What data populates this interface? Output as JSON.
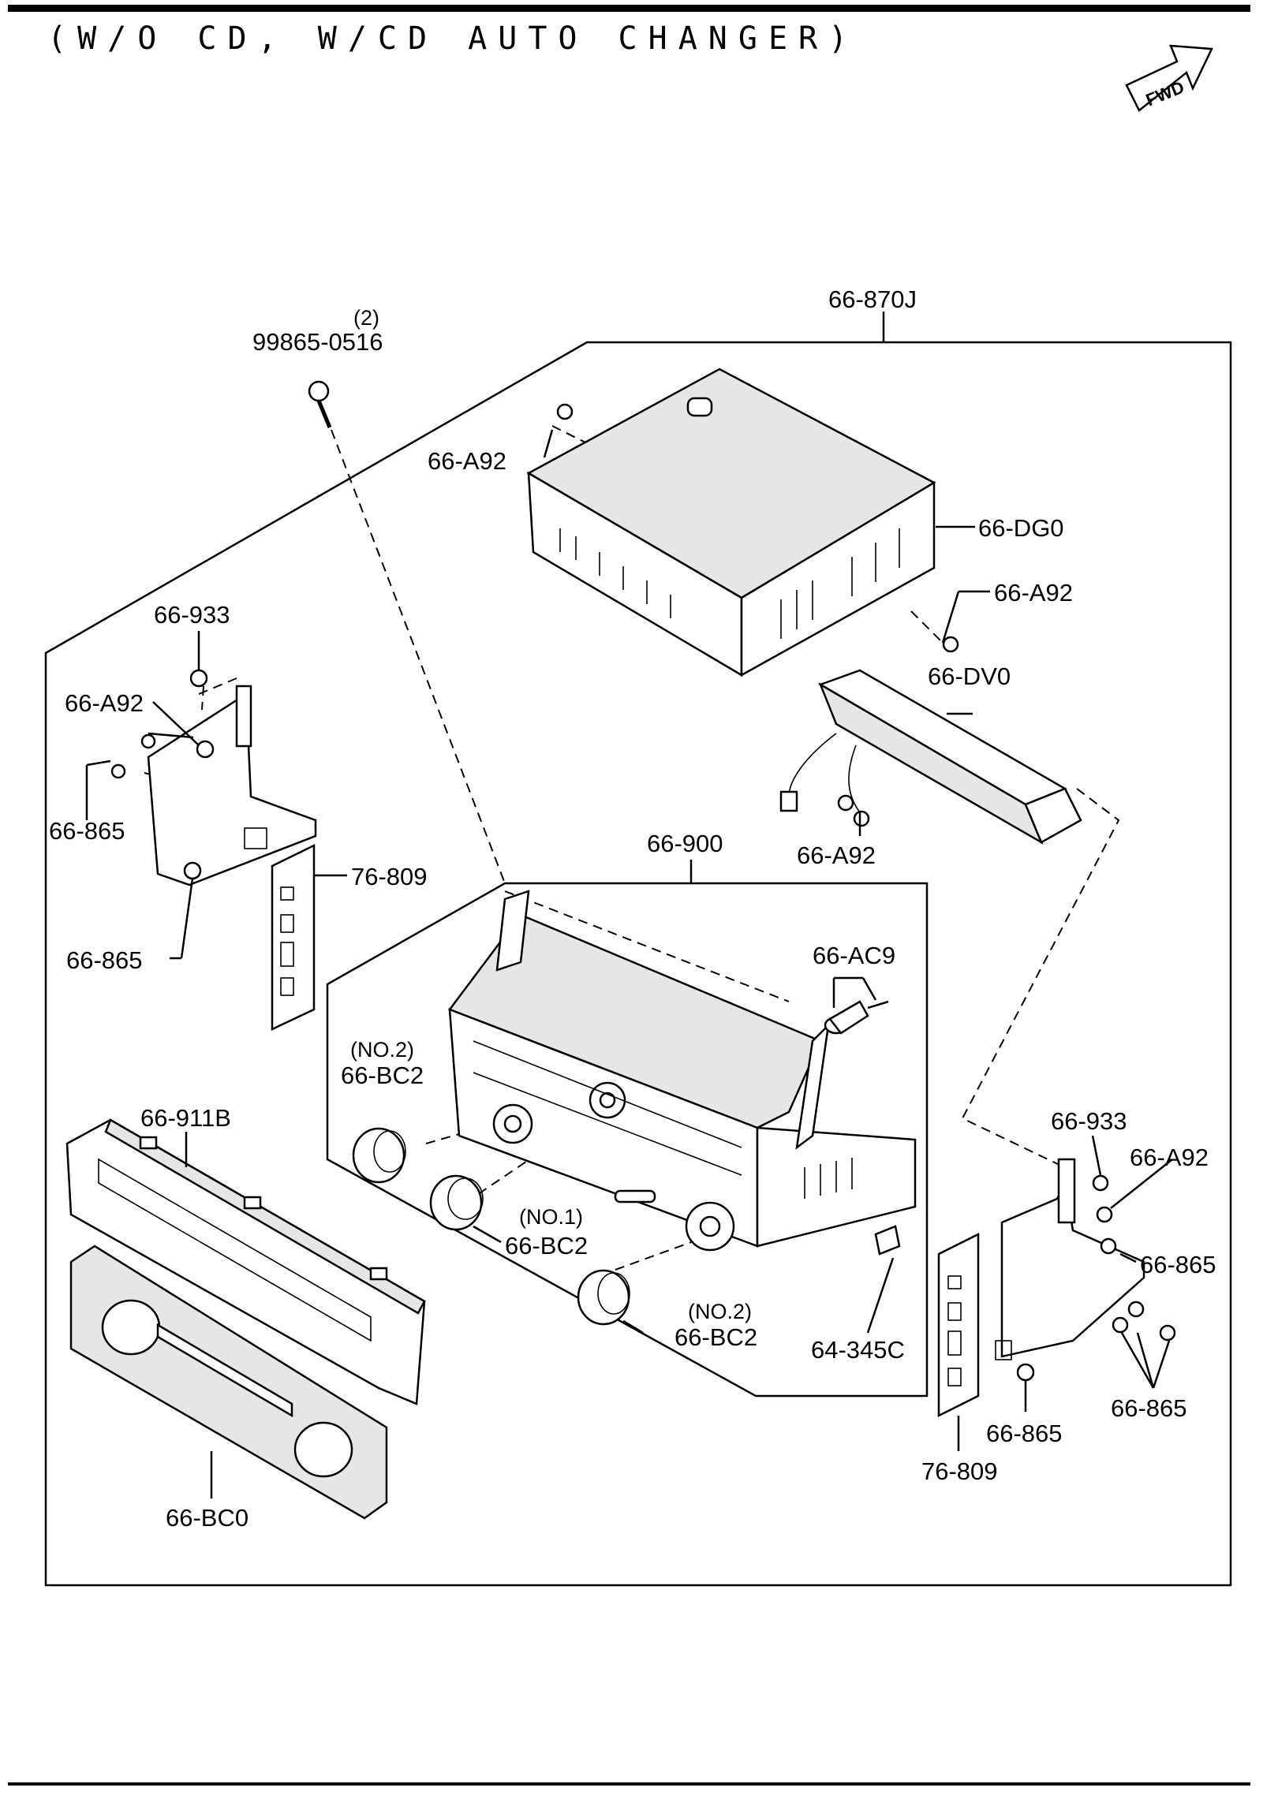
{
  "title": "(W/O CD, W/CD AUTO CHANGER)",
  "fwd_label": "FWD",
  "parts": {
    "assembly": "66-870J",
    "screw": "99865-0516",
    "screw_qty": "(2)",
    "a92_top": "66-A92",
    "dg0": "66-DG0",
    "a92_right": "66-A92",
    "dv0": "66-DV0",
    "a92_dv0": "66-A92",
    "p933_left": "66-933",
    "a92_left": "66-A92",
    "p865_left_upper": "66-865",
    "p865_left_lower": "66-865",
    "p809_left": "76-809",
    "p900": "66-900",
    "ac9": "66-AC9",
    "bc2_no2_left_note": "(NO.2)",
    "bc2_no2_left": "66-BC2",
    "bc2_no1_note": "(NO.1)",
    "bc2_no1": "66-BC2",
    "bc2_no2_right_note": "(NO.2)",
    "bc2_no2_right": "66-BC2",
    "p345c": "64-345C",
    "p911b": "66-911B",
    "bc0": "66-BC0",
    "p933_right": "66-933",
    "a92_right_bracket": "66-A92",
    "p865_right_1": "66-865",
    "p865_right_2": "66-865",
    "p865_right_3": "66-865",
    "p809_right": "76-809"
  }
}
